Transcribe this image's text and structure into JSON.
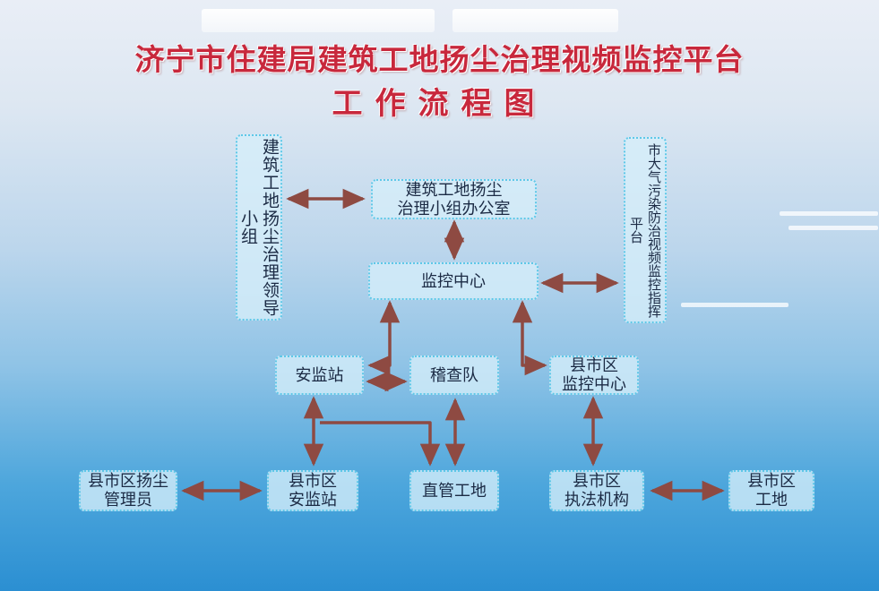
{
  "title_main": "济宁市住建局建筑工地扬尘治理视频监控平台",
  "title_sub": "工作流程图",
  "nodes": {
    "leader_group": "建筑工地扬尘治理领导小组",
    "office_line1": "建筑工地扬尘",
    "office_line2": "治理小组办公室",
    "monitor_center": "监控中心",
    "city_air_platform": "市大气污染防治视频监控指挥平台",
    "safety_station": "安监站",
    "inspection_team": "稽查队",
    "county_monitor_line1": "县市区",
    "county_monitor_line2": "监控中心",
    "county_dust_admin_line1": "县市区扬尘",
    "county_dust_admin_line2": "管理员",
    "county_safety_line1": "县市区",
    "county_safety_line2": "安监站",
    "direct_site": "直管工地",
    "county_enforcement_line1": "县市区",
    "county_enforcement_line2": "执法机构",
    "county_site_line1": "县市区",
    "county_site_line2": "工地"
  },
  "colors": {
    "title": "#c8283c",
    "arrow": "#8e4a42",
    "box_border": "#5fc8e8"
  }
}
